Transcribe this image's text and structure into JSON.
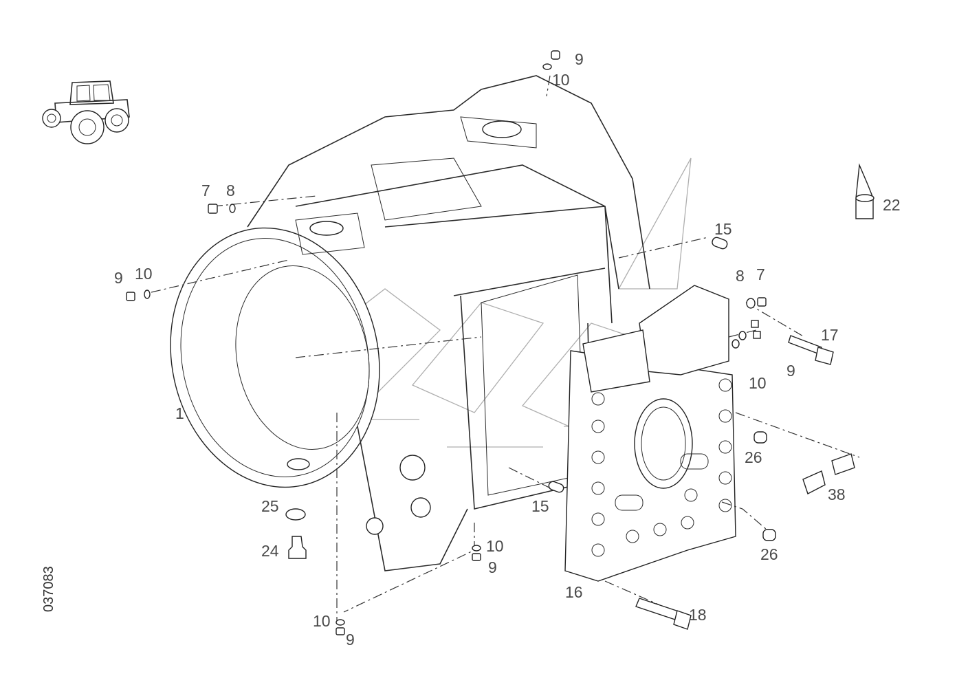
{
  "drawing_number": "037083",
  "callouts": [
    {
      "id": "c9-top",
      "text": "9"
    },
    {
      "id": "c10-top",
      "text": "10"
    },
    {
      "id": "c7-left",
      "text": "7"
    },
    {
      "id": "c8-left",
      "text": "8"
    },
    {
      "id": "c9-left",
      "text": "9"
    },
    {
      "id": "c10-left",
      "text": "10"
    },
    {
      "id": "c1",
      "text": "1"
    },
    {
      "id": "c15-top",
      "text": "15"
    },
    {
      "id": "c22",
      "text": "22"
    },
    {
      "id": "c8-right",
      "text": "8"
    },
    {
      "id": "c7-right",
      "text": "7"
    },
    {
      "id": "c17",
      "text": "17"
    },
    {
      "id": "c9-right",
      "text": "9"
    },
    {
      "id": "c10-right",
      "text": "10"
    },
    {
      "id": "c26-upper",
      "text": "26"
    },
    {
      "id": "c38",
      "text": "38"
    },
    {
      "id": "c15-bottom",
      "text": "15"
    },
    {
      "id": "c25",
      "text": "25"
    },
    {
      "id": "c24",
      "text": "24"
    },
    {
      "id": "c10-mid",
      "text": "10"
    },
    {
      "id": "c9-mid",
      "text": "9"
    },
    {
      "id": "c26-lower",
      "text": "26"
    },
    {
      "id": "c16",
      "text": "16"
    },
    {
      "id": "c18",
      "text": "18"
    },
    {
      "id": "c10-bottom",
      "text": "10"
    },
    {
      "id": "c9-bottom",
      "text": "9"
    }
  ]
}
